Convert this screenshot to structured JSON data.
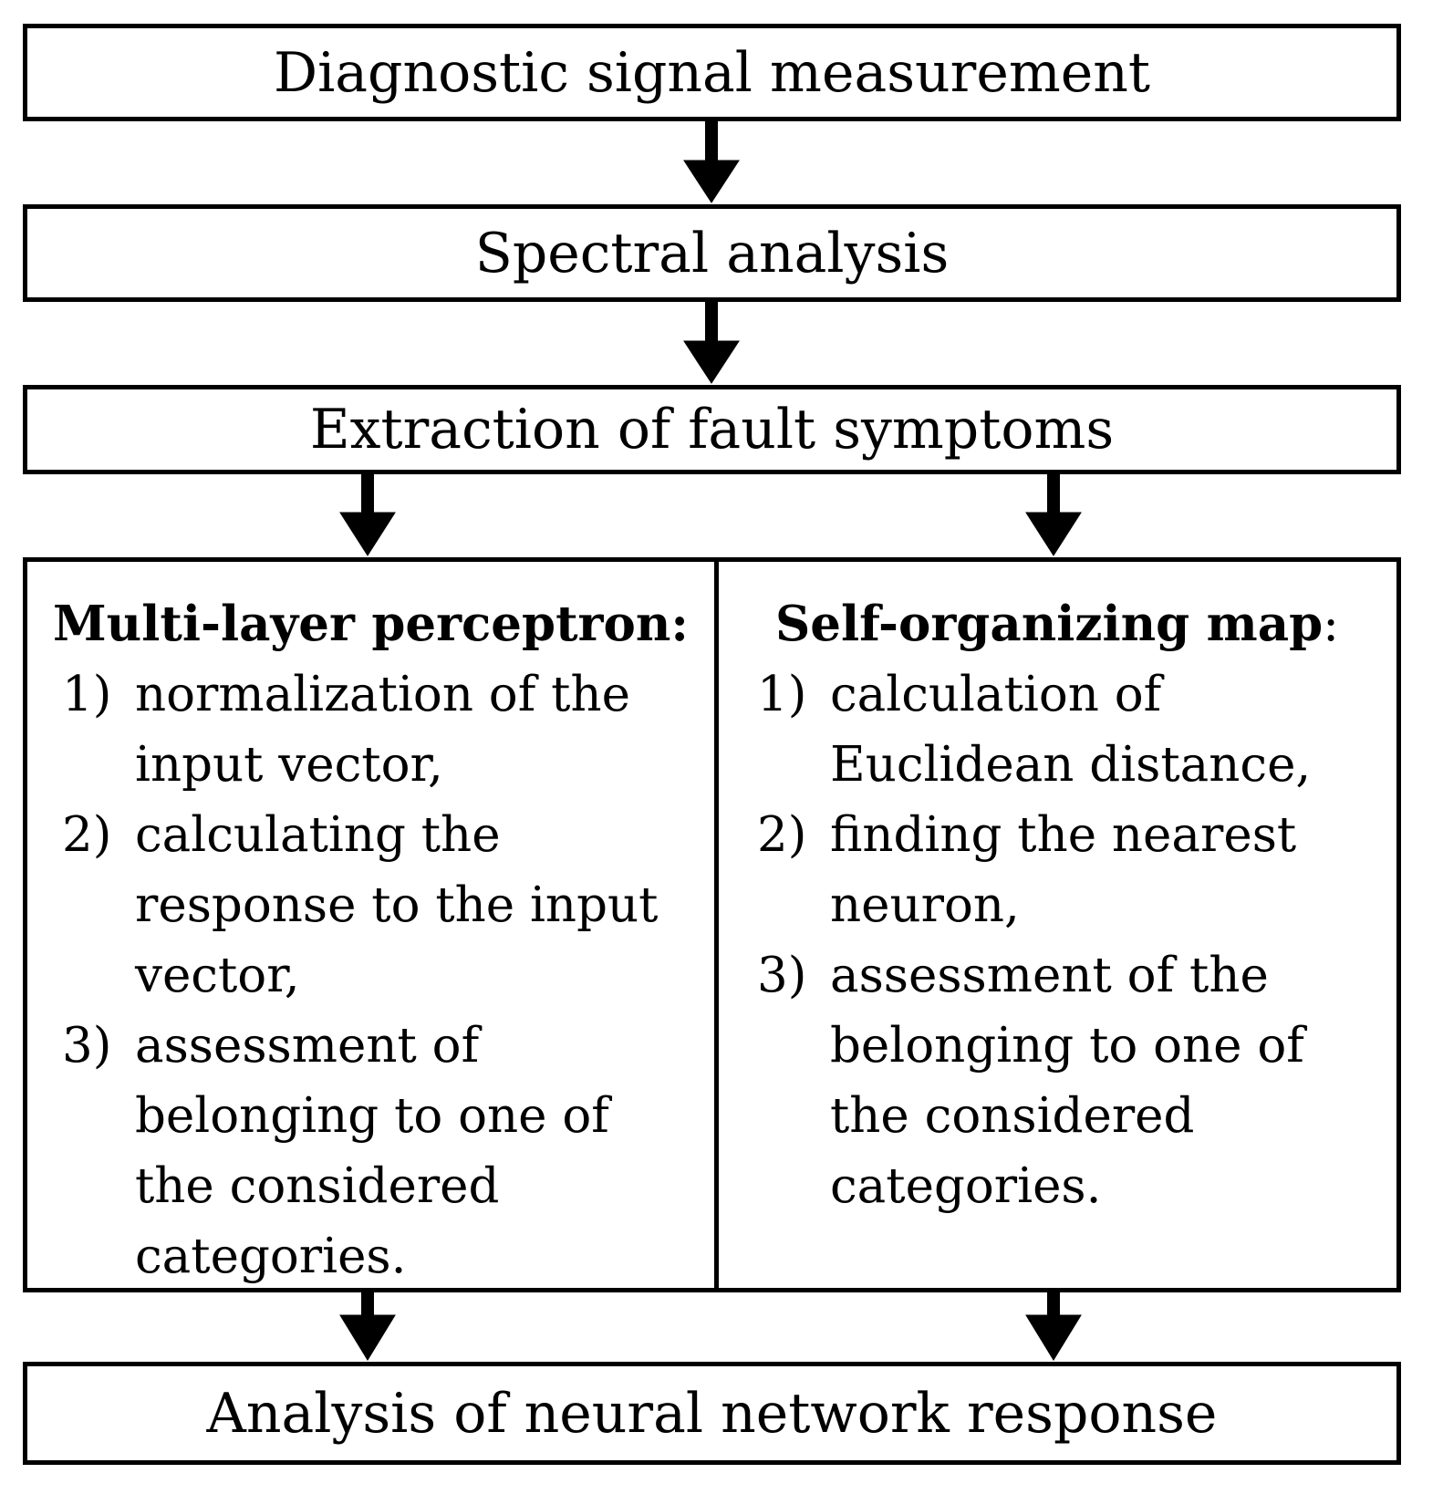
{
  "steps": {
    "measurement": "Diagnostic signal measurement",
    "spectral": "Spectral analysis",
    "extraction": "Extraction of fault symptoms",
    "response": "Analysis of neural network response"
  },
  "mlp": {
    "title": "Multi-layer perceptron:",
    "items": [
      {
        "num": "1)",
        "lines": [
          "normalization of the",
          "input vector,"
        ]
      },
      {
        "num": "2)",
        "lines": [
          "calculating the",
          "response to the input",
          "vector,"
        ]
      },
      {
        "num": "3)",
        "lines": [
          "assessment of",
          "belonging to one of",
          "the considered",
          "categories."
        ]
      }
    ]
  },
  "som": {
    "title": "Self-organizing map",
    "title_suffix": ":",
    "items": [
      {
        "num": "1)",
        "lines": [
          "calculation of",
          "Euclidean distance,"
        ]
      },
      {
        "num": "2)",
        "lines": [
          "finding the nearest",
          "neuron,"
        ]
      },
      {
        "num": "3)",
        "lines": [
          "assessment of the",
          "belonging to one of",
          "the considered",
          "categories."
        ]
      }
    ]
  }
}
